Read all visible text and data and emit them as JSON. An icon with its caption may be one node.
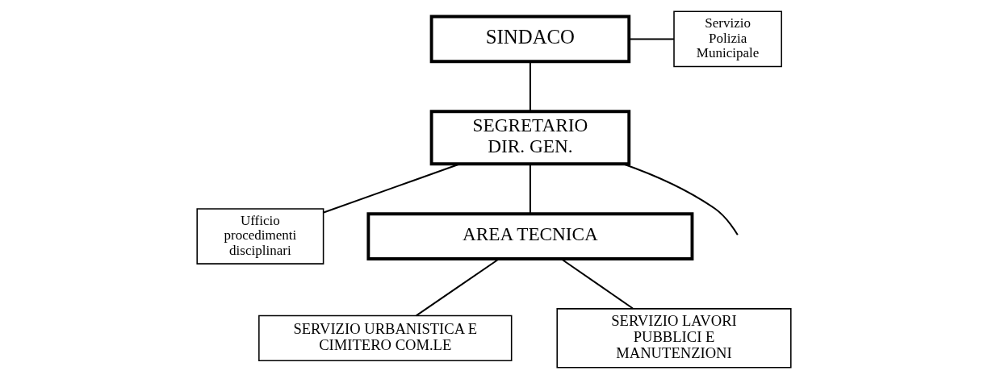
{
  "diagram": {
    "nodes": [
      {
        "text": [
          "SINDACO"
        ]
      },
      {
        "text": [
          "SEGRETARIO DIR. GEN."
        ]
      },
      {
        "text": [
          "Servizio Polizia Municipale"
        ]
      },
      {
        "text": [
          "Ufficio procedimenti disciplinari"
        ]
      },
      {
        "text": [
          "AREA TECNICA"
        ]
      },
      {
        "text": [
          "SERVIZIO URBANISTICA E CIMITERO COM.LE"
        ]
      },
      {
        "text": [
          "SERVIZIO LAVORI PUBBLICI E MANUTENZIONI"
        ]
      }
    ],
    "edges": [
      {
        "from": 0,
        "to": 2,
        "arrow": "none"
      },
      {
        "from": 0,
        "to": 1,
        "arrow": "none"
      },
      {
        "from": 1,
        "to": 3,
        "arrow": "none"
      },
      {
        "from": 1,
        "to": 4,
        "arrow": "none"
      },
      {
        "from": 4,
        "to": 5,
        "arrow": "none"
      },
      {
        "from": 4,
        "to": 6,
        "arrow": "none"
      },
      {
        "from": 1,
        "to": null,
        "arrow": "none"
      }
    ]
  }
}
